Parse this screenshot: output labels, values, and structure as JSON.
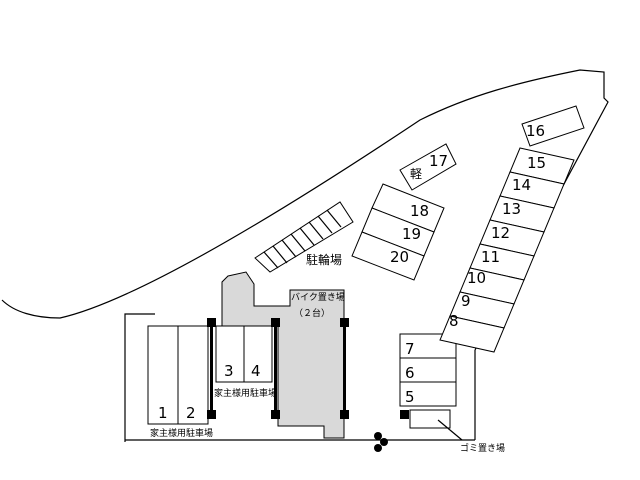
{
  "map": {
    "spaces": {
      "s1": "1",
      "s2": "2",
      "s3": "3",
      "s4": "4",
      "s5": "5",
      "s6": "6",
      "s7": "7",
      "s8": "8",
      "s9": "9",
      "s10": "10",
      "s11": "11",
      "s12": "12",
      "s13": "13",
      "s14": "14",
      "s15": "15",
      "s16": "16",
      "s17": "17",
      "s18": "18",
      "s19": "19",
      "s20": "20"
    },
    "labels": {
      "kei": "軽",
      "bicycle_parking": "駐輪場",
      "bike_parking": "バイク置き場",
      "bike_capacity": "（２台）",
      "owner_parking_inner": "家主様用駐車場",
      "owner_parking_outer": "家主様用駐車場",
      "garbage": "ゴミ置き場"
    },
    "colors": {
      "line": "#000000",
      "bike_area": "#d9d9d9",
      "background": "#ffffff"
    }
  }
}
